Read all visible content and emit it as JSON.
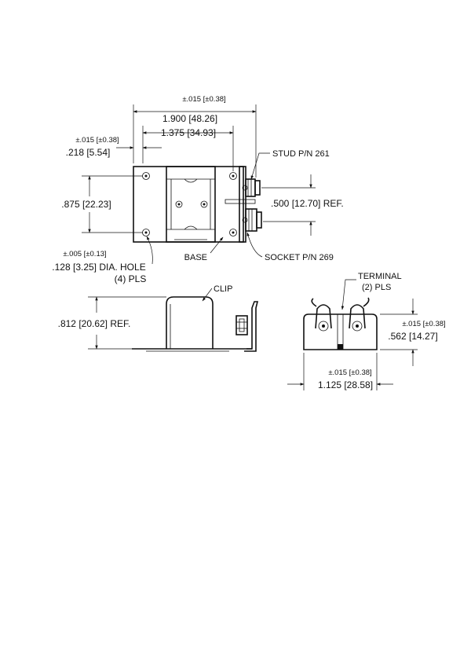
{
  "dimensions": {
    "overall_width_tol": "±.015 [±0.38]",
    "overall_width": "1.900 [48.26]",
    "inner_width": "1.375 [34.93]",
    "left_offset_tol": "±.015 [±0.38]",
    "left_offset": ".218 [5.54]",
    "hole_spacing": ".875 [22.23]",
    "terminal_spacing": ".500 [12.70] REF.",
    "hole_tol": "±.005 [±0.13]",
    "hole_dia": ".128 [3.25] DIA. HOLE",
    "hole_qty": "(4) PLS",
    "height": ".812 [20.62] REF.",
    "end_height_tol": "±.015 [±0.38]",
    "end_height": ".562 [14.27]",
    "end_width_tol": "±.015 [±0.38]",
    "end_width": "1.125 [28.58]"
  },
  "labels": {
    "stud": "STUD P/N 261",
    "socket": "SOCKET P/N 269",
    "base": "BASE",
    "clip": "CLIP",
    "terminal": "TERMINAL",
    "terminal_qty": "(2) PLS"
  },
  "colors": {
    "ink": "#111111",
    "paper": "#ffffff"
  }
}
